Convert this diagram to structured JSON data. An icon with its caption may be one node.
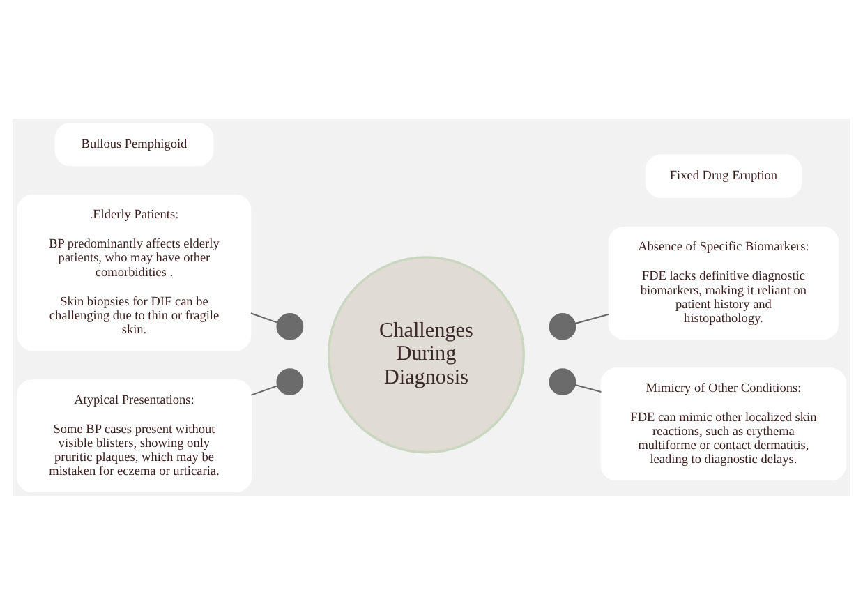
{
  "diagram": {
    "nodes": [
      {
        "text": [
          "Bullous Pemphigoid"
        ]
      },
      {
        "text": [
          "Fixed Drug Eruption"
        ]
      },
      {
        "text": [
          ".Elderly Patients:",
          "BP predominantly affects elderly patients, who may have other comorbidities .",
          "Skin biopsies for DIF can be challenging due to thin or fragile skin."
        ]
      },
      {
        "text": [
          "Absence of Specific Biomarkers:",
          "FDE lacks definitive diagnostic biomarkers, making it reliant on patient history and histopathology."
        ]
      },
      {
        "text": [
          "Challenges During Diagnosis"
        ]
      },
      {
        "text": [],
        "shape": "circle"
      },
      {
        "text": [],
        "shape": "circle"
      },
      {
        "text": [
          "Atypical Presentations:",
          "Some BP cases present without visible blisters, showing only pruritic plaques, which may be mistaken for eczema or urticaria."
        ]
      },
      {
        "text": [
          "Mimicry of Other Conditions:",
          "FDE can mimic other localized skin reactions, such as erythema multiforme or contact dermatitis, leading to diagnostic delays."
        ]
      },
      {
        "text": [],
        "shape": "circle"
      },
      {
        "text": [],
        "shape": "circle"
      }
    ],
    "edges": [
      {
        "from": 2,
        "to": 5,
        "arrow": "none"
      },
      {
        "from": 6,
        "to": 3,
        "arrow": "none"
      },
      {
        "from": 7,
        "to": 9,
        "arrow": "none"
      },
      {
        "from": 10,
        "to": 8,
        "arrow": "none"
      }
    ]
  }
}
